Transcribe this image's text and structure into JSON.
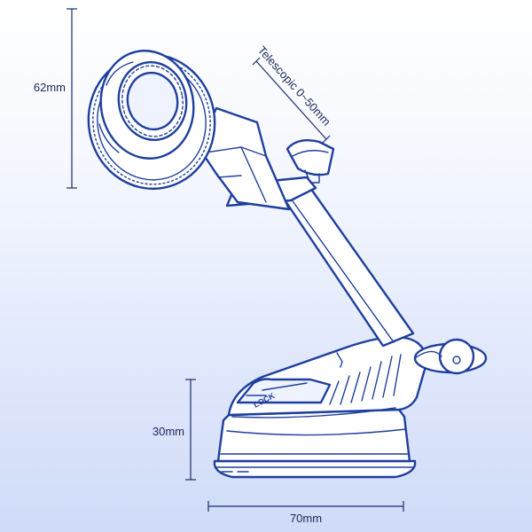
{
  "colors": {
    "line": "#1f3f9e",
    "dimension": "#1b2c6e",
    "background_top": "#ffffff",
    "background_bottom": "#cfdbf7"
  },
  "dimensions": {
    "mount_height": "62mm",
    "telescopic_range": "Telescopic 0~50mm",
    "base_height": "30mm",
    "base_width": "70mm"
  },
  "labels": {
    "lock": "LOCK"
  }
}
